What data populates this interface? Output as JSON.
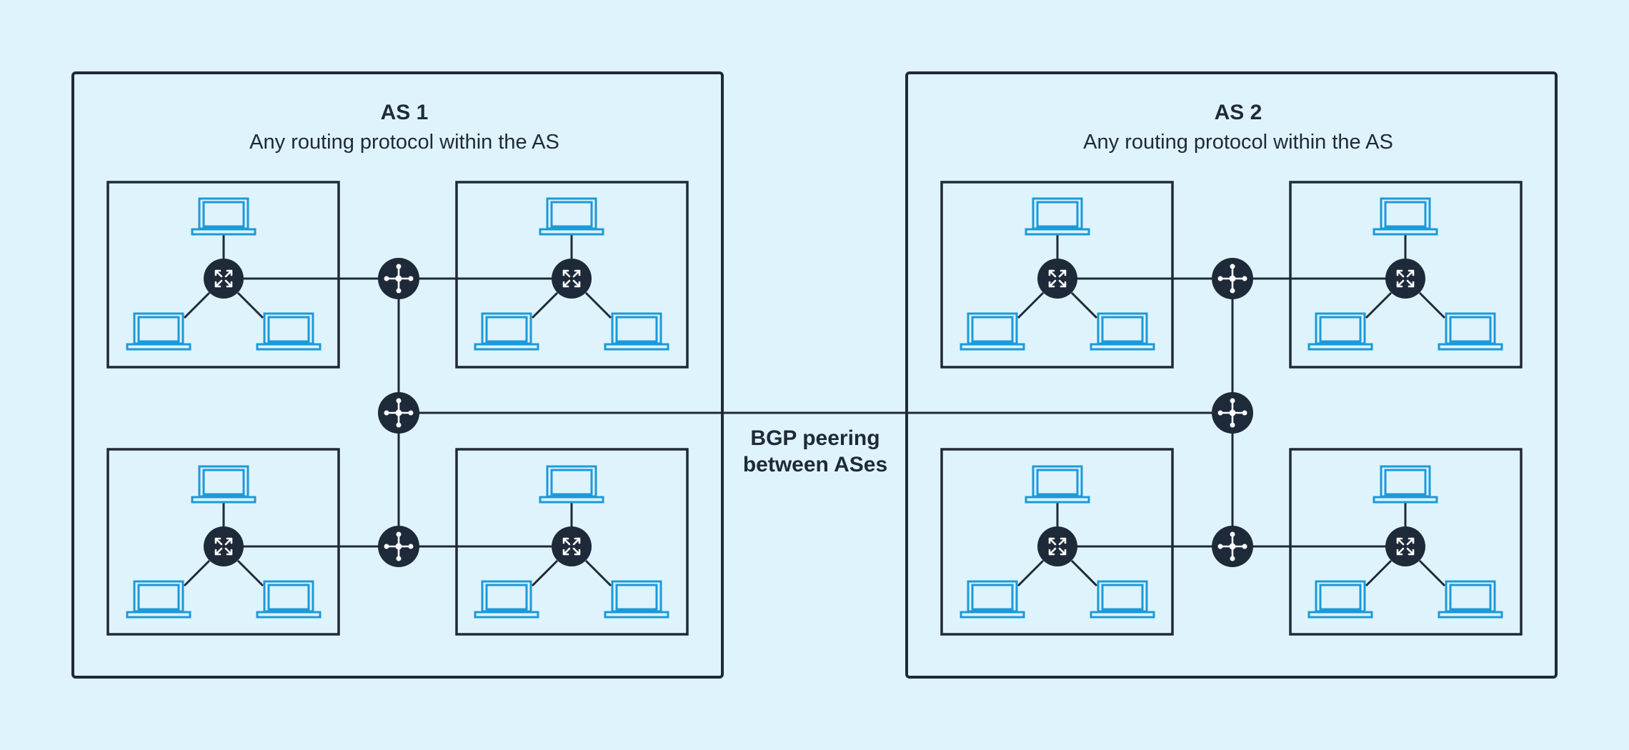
{
  "as_domains": [
    {
      "title": "AS 1",
      "subtitle": "Any routing protocol within the AS"
    },
    {
      "title": "AS 2",
      "subtitle": "Any routing protocol within the AS"
    }
  ],
  "bgp_label": {
    "line1": "BGP peering",
    "line2": "between ASes"
  },
  "colors": {
    "background": "#dff3fd",
    "outline": "#1e2939",
    "node": "#1e2939",
    "laptop": "#1b9ad9"
  },
  "icons": {
    "router": "router-icon",
    "switch": "switch-icon",
    "laptop": "laptop-icon"
  }
}
